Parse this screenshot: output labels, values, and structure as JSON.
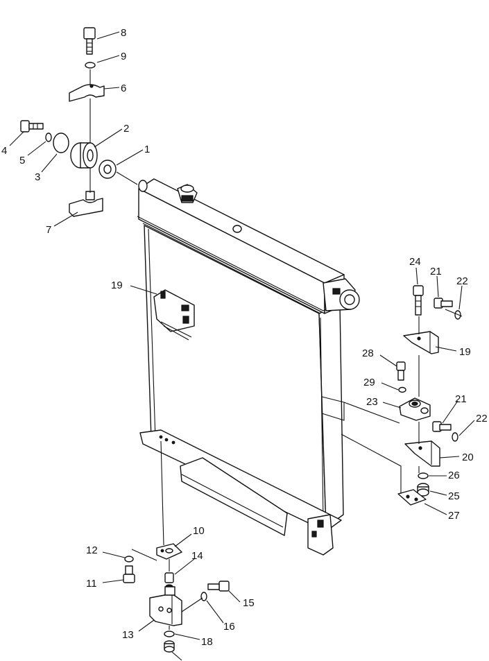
{
  "callouts": [
    {
      "id": "c8",
      "label": "8"
    },
    {
      "id": "c9",
      "label": "9"
    },
    {
      "id": "c6",
      "label": "6"
    },
    {
      "id": "c2",
      "label": "2"
    },
    {
      "id": "c1",
      "label": "1"
    },
    {
      "id": "c4",
      "label": "4"
    },
    {
      "id": "c5",
      "label": "5"
    },
    {
      "id": "c3",
      "label": "3"
    },
    {
      "id": "c7",
      "label": "7"
    },
    {
      "id": "c19a",
      "label": "19"
    },
    {
      "id": "c24",
      "label": "24"
    },
    {
      "id": "c21a",
      "label": "21"
    },
    {
      "id": "c22a",
      "label": "22"
    },
    {
      "id": "c19b",
      "label": "19"
    },
    {
      "id": "c28",
      "label": "28"
    },
    {
      "id": "c29",
      "label": "29"
    },
    {
      "id": "c23",
      "label": "23"
    },
    {
      "id": "c21b",
      "label": "21"
    },
    {
      "id": "c22b",
      "label": "22"
    },
    {
      "id": "c20",
      "label": "20"
    },
    {
      "id": "c26",
      "label": "26"
    },
    {
      "id": "c25",
      "label": "25"
    },
    {
      "id": "c27",
      "label": "27"
    },
    {
      "id": "c10",
      "label": "10"
    },
    {
      "id": "c12",
      "label": "12"
    },
    {
      "id": "c14",
      "label": "14"
    },
    {
      "id": "c11",
      "label": "11"
    },
    {
      "id": "c15",
      "label": "15"
    },
    {
      "id": "c16",
      "label": "16"
    },
    {
      "id": "c13",
      "label": "13"
    },
    {
      "id": "c18",
      "label": "18"
    }
  ]
}
